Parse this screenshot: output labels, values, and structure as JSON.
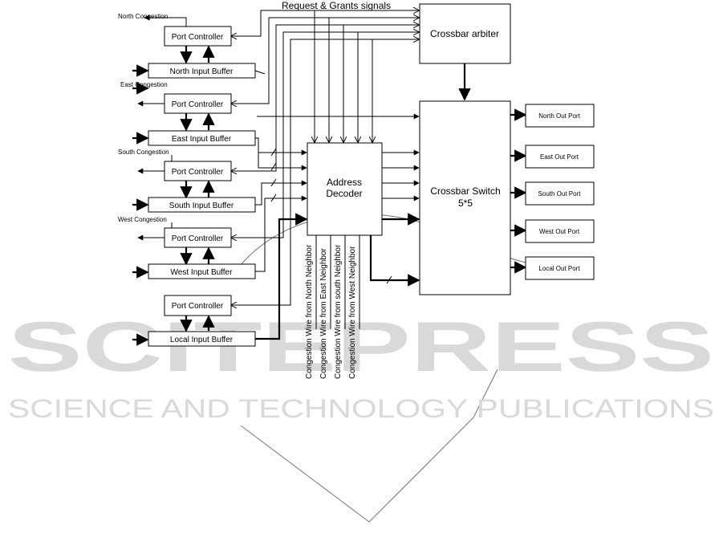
{
  "watermark": {
    "brand": "SCITEPRESS",
    "tagline": "SCIENCE AND TECHNOLOGY PUBLICATIONS"
  },
  "signals_label": "Request & Grants signals",
  "crossbar_arbiter": "Crossbar arbiter",
  "crossbar_switch": {
    "line1": "Crossbar Switch",
    "line2": "5*5"
  },
  "address_decoder": {
    "line1": "Address",
    "line2": "Decoder"
  },
  "congestion_labels": [
    "North Congestion",
    "East Congestion",
    "South Congestion",
    "West Congestion"
  ],
  "port_controller": "Port Controller",
  "input_buffers": [
    "North Input Buffer",
    "East Input Buffer",
    "South Input Buffer",
    "West Input Buffer",
    "Local Input Buffer"
  ],
  "out_ports": [
    "North Out Port",
    "East Out Port",
    "South Out Port",
    "West Out Port",
    "Local Out Port"
  ],
  "congestion_wires": [
    "Congestion Wire from North Neighbor",
    "Congestion Wire from East Neighbor",
    "Congestion Wire from south Neighbor",
    "Congestion Wire from West Neighbor"
  ]
}
